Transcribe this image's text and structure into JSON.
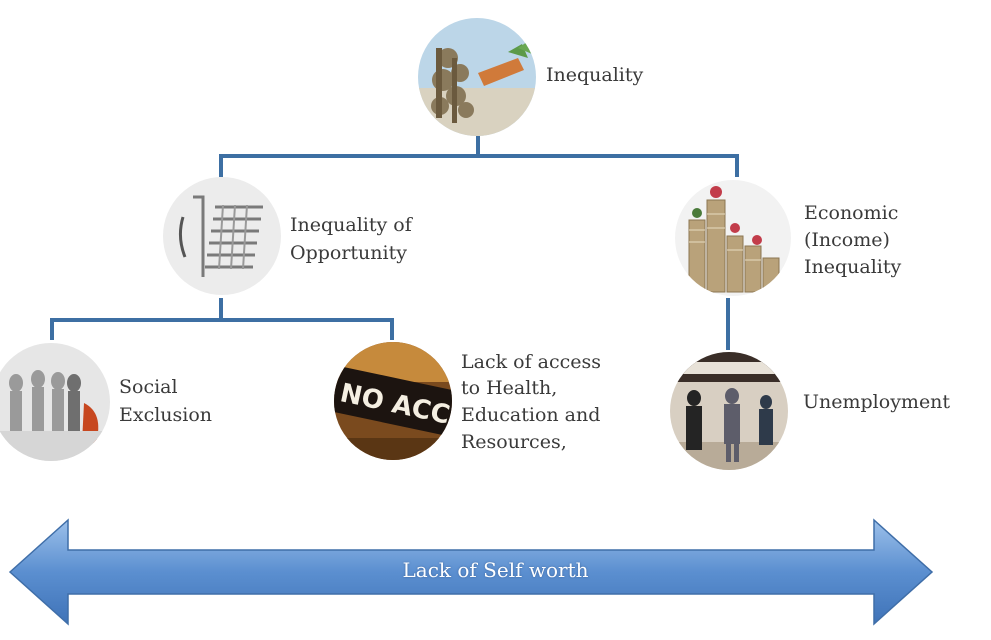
{
  "nodes": {
    "root": {
      "label": "Inequality"
    },
    "opportunity": {
      "label_line1": "Inequality of",
      "label_line2": "Opportunity"
    },
    "economic": {
      "label_line1": "Economic",
      "label_line2": "(Income)",
      "label_line3": "Inequality"
    },
    "social": {
      "label_line1": "Social",
      "label_line2": "Exclusion"
    },
    "access": {
      "label_line1": "Lack of access",
      "label_line2": "to Health,",
      "label_line3": "Education and",
      "label_line4": "Resources,"
    },
    "unemployment": {
      "label": "Unemployment"
    },
    "no_access_sign": "NO ACCESS"
  },
  "arrow": {
    "label": "Lack of Self worth"
  },
  "colors": {
    "connector": "#3d6fa3",
    "arrow_fill": "#5b8fd0",
    "arrow_light": "#9cc0ea"
  }
}
